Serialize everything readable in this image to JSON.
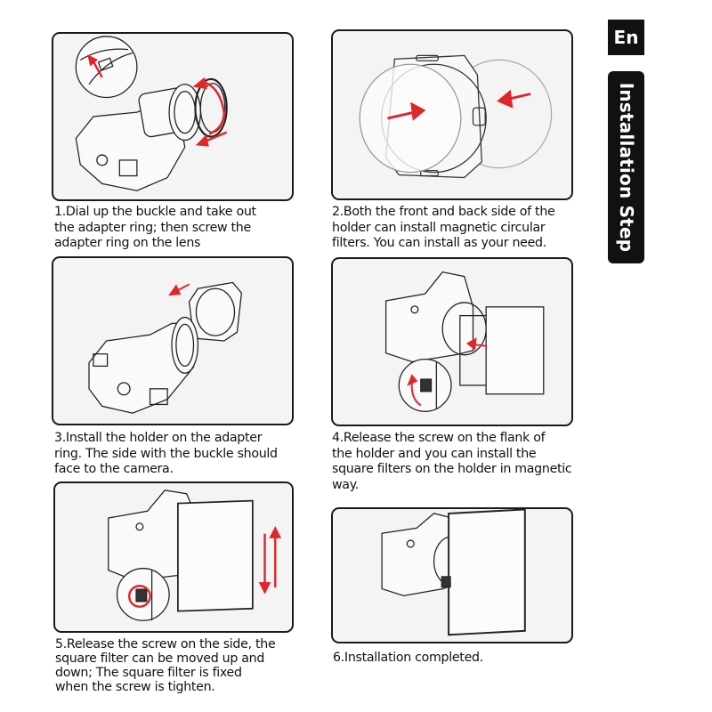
{
  "side_label": {
    "language": "En",
    "title": "Installation Step"
  },
  "steps": [
    {
      "number": 1,
      "text": "1.Dial up the buckle and take out\nthe adapter ring; then screw the\nadapter ring on the lens",
      "illustration": "camera-adapter-ring"
    },
    {
      "number": 2,
      "text": "2.Both the front and back side of the\nholder can install magnetic circular\nfilters. You can install as your need.",
      "illustration": "holder-circular-filters"
    },
    {
      "number": 3,
      "text": "3.Install the holder on the adapter\nring. The side with the buckle should\nface to the camera.",
      "illustration": "camera-holder-mount"
    },
    {
      "number": 4,
      "text": "4.Release the screw on the flank of\nthe holder and you can install the\nsquare filters on the holder in magnetic\nway.",
      "illustration": "square-filter-insert"
    },
    {
      "number": 5,
      "text": "5.Release the screw on the side, the\nsquare filter can be moved up and\ndown; The square filter is fixed\nwhen the screw is tighten.",
      "illustration": "square-filter-slide"
    },
    {
      "number": 6,
      "text": "6.Installation completed.",
      "illustration": "installation-complete"
    }
  ],
  "colors": {
    "arrow": "#e0262b",
    "frame": "#1a1a1a",
    "panel_bg": "#f4f4f4",
    "label_bg": "#111111"
  }
}
